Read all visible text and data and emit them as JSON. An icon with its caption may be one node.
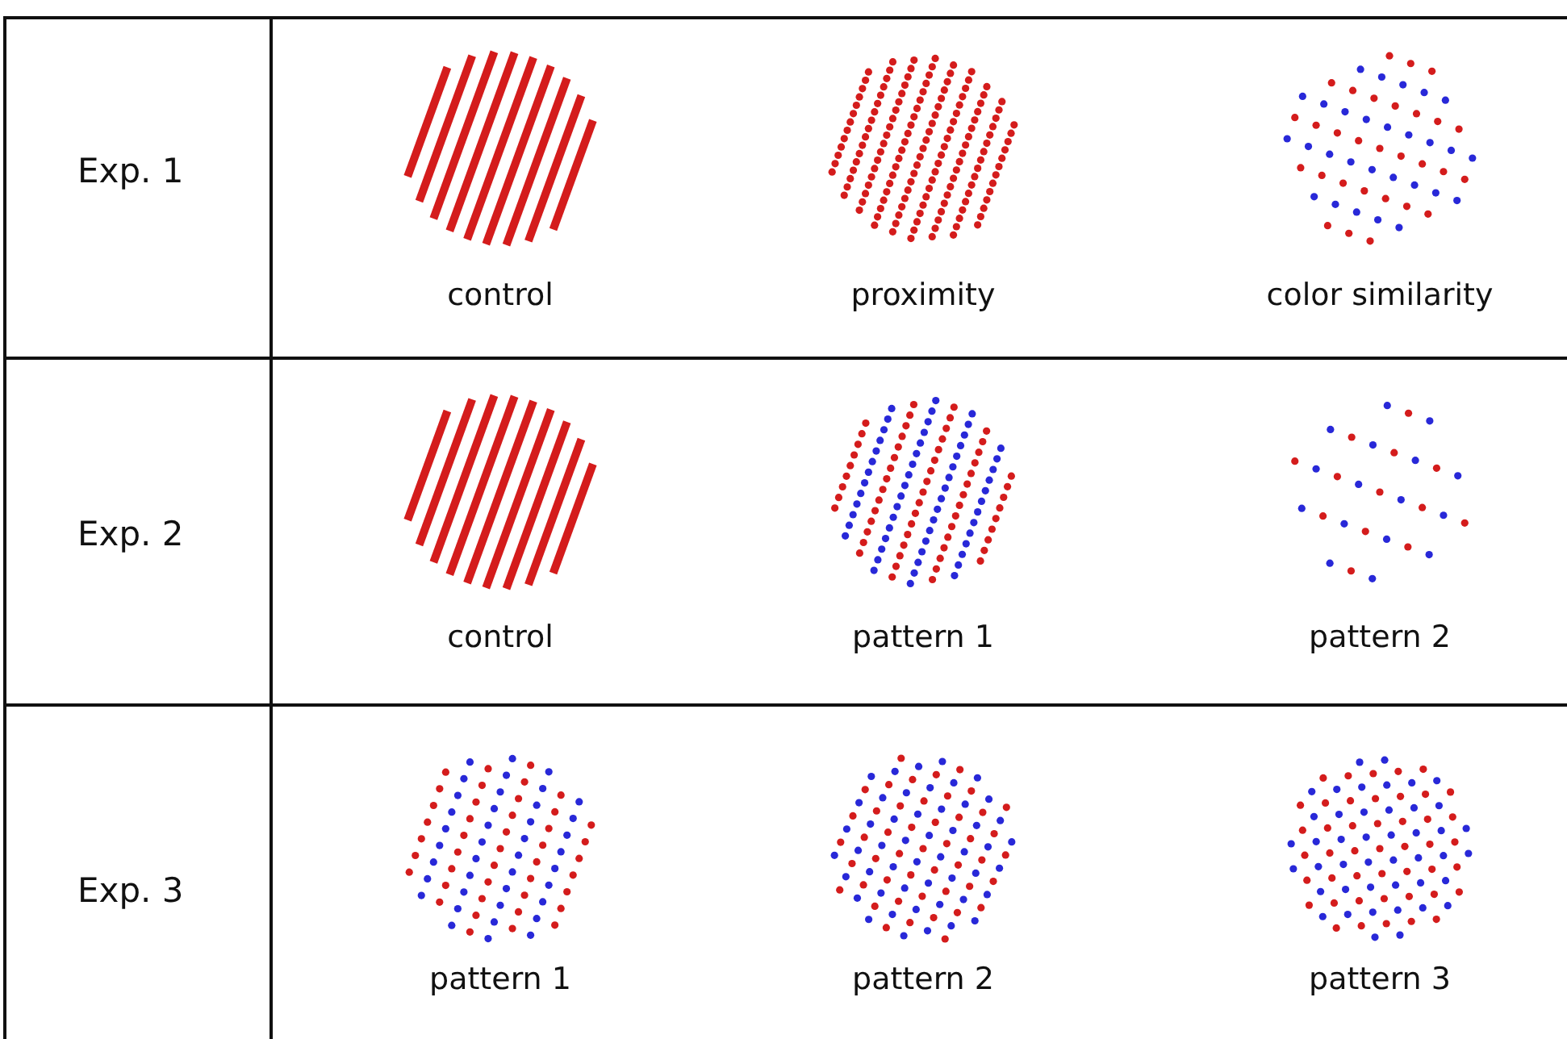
{
  "diagram": {
    "labels": [
      "Exp. 1",
      "control",
      "proximity",
      "color similarity",
      "Exp. 2",
      "control",
      "pattern 1",
      "pattern 2",
      "Exp. 3",
      "pattern 1",
      "pattern 2",
      "pattern 3"
    ]
  }
}
